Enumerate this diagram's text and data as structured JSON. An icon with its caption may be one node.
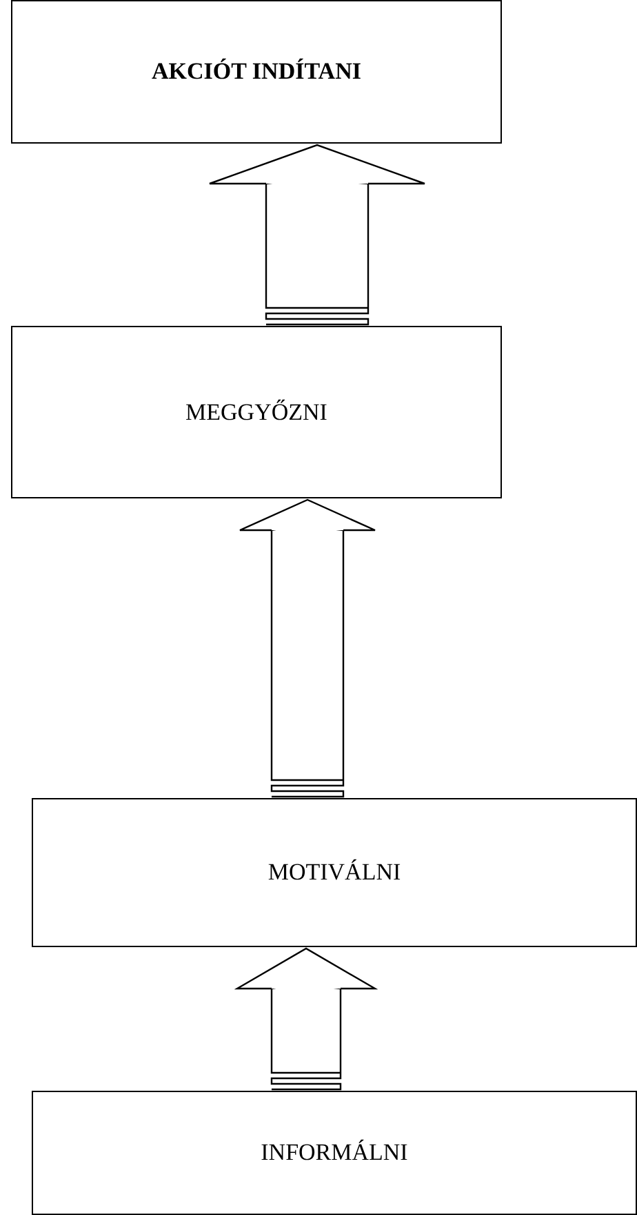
{
  "diagram": {
    "nodes": [
      {
        "text": [
          "AKCIÓT INDÍTANI"
        ]
      },
      {
        "text": [
          "MEGGYŐZNI"
        ]
      },
      {
        "text": [
          "MOTIVÁLNI"
        ]
      },
      {
        "text": [
          "INFORMÁLNI"
        ]
      }
    ],
    "edges": [
      {
        "from": 1,
        "to": 0,
        "arrow": "to"
      },
      {
        "from": 2,
        "to": 1,
        "arrow": "to"
      },
      {
        "from": 3,
        "to": 2,
        "arrow": "to"
      }
    ]
  }
}
